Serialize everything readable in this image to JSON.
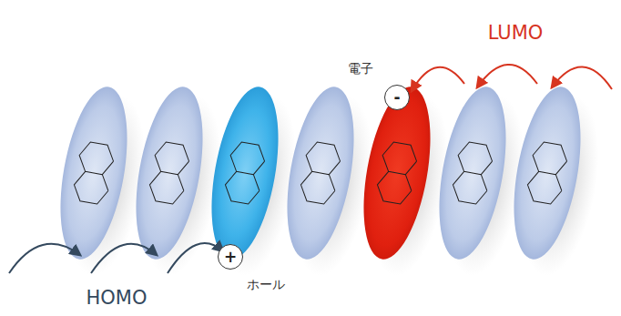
{
  "diagram": {
    "nodes": [
      {
        "text": [
          "-"
        ]
      },
      {
        "text": [
          "+"
        ]
      }
    ],
    "labels": [
      "LUMO",
      "電子",
      "ホール",
      "HOMO"
    ]
  }
}
